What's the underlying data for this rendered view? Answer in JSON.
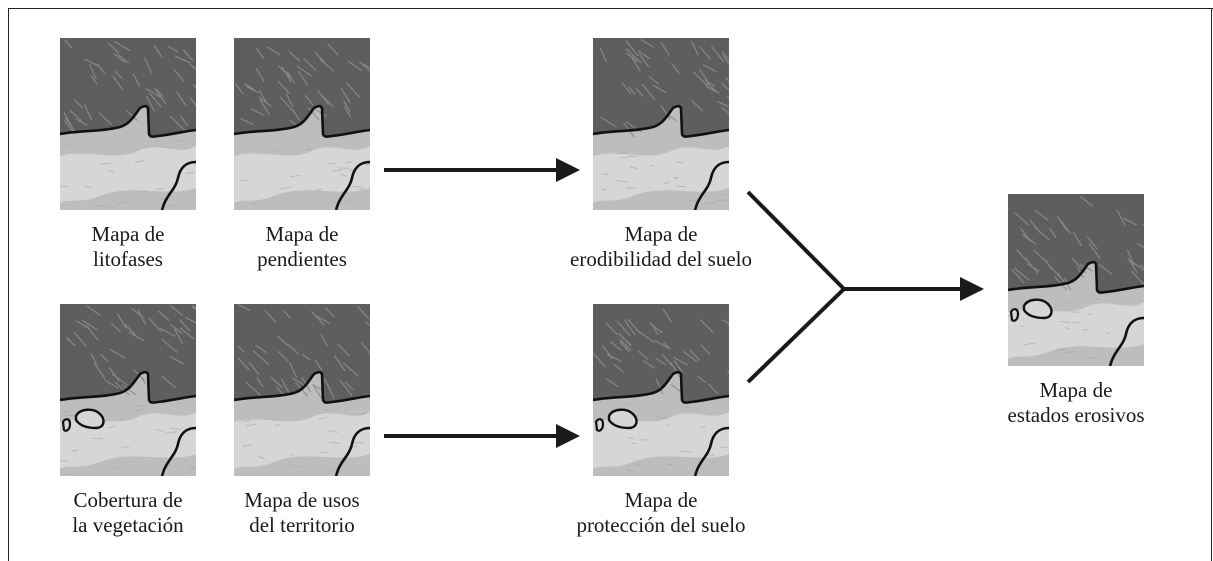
{
  "diagram": {
    "maps": [
      {
        "id": "litofases",
        "line1": "Mapa de",
        "line2": "litofases",
        "patches": false
      },
      {
        "id": "pendientes",
        "line1": "Mapa de",
        "line2": "pendientes",
        "patches": false
      },
      {
        "id": "cobertura",
        "line1": "Cobertura de",
        "line2": "la vegetación",
        "patches": true
      },
      {
        "id": "usos",
        "line1": "Mapa de usos",
        "line2": "del territorio",
        "patches": false
      },
      {
        "id": "erodibilidad",
        "line1": "Mapa de",
        "line2": "erodibilidad del suelo",
        "patches": false
      },
      {
        "id": "proteccion",
        "line1": "Mapa de",
        "line2": "protección del suelo",
        "patches": true
      },
      {
        "id": "estados",
        "line1": "Mapa de",
        "line2": "estados erosivos",
        "patches": true
      }
    ],
    "colors": {
      "ink": "#1a1a1a",
      "terrain_dark": "#5e5e5e",
      "terrain_mid": "#8c8c8c",
      "lowland": "#bdbdbd",
      "lowland_light": "#d6d6d6"
    }
  }
}
